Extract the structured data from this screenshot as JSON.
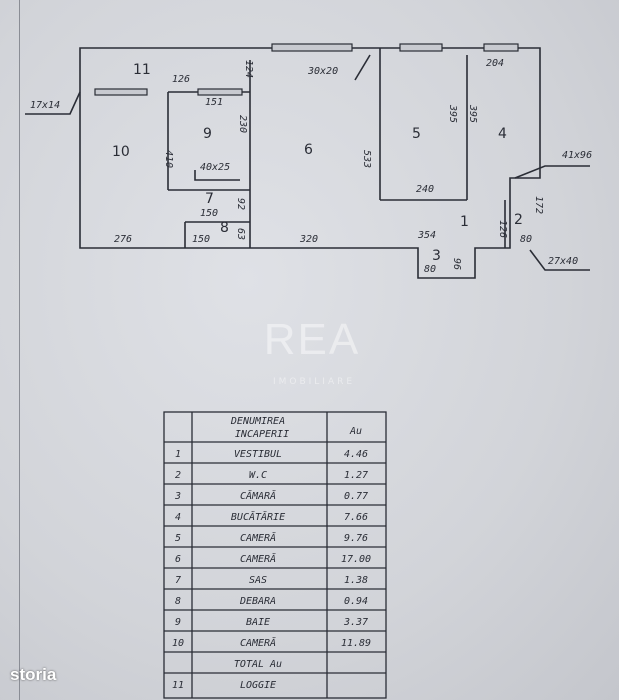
{
  "watermark": {
    "brand": "REA",
    "sub": "IMOBILIARE"
  },
  "logo": "storia",
  "plan": {
    "room_labels": [
      "11",
      "10",
      "9",
      "6",
      "5",
      "4",
      "7",
      "8",
      "1",
      "2",
      "3"
    ],
    "dims": {
      "d_17x14": "17x14",
      "d_126": "126",
      "d_124": "124",
      "d_151": "151",
      "d_30x20": "30x20",
      "d_204": "204",
      "d_230": "230",
      "d_410": "410",
      "d_40x25": "40x25",
      "d_533": "533",
      "d_395a": "395",
      "d_395b": "395",
      "d_240": "240",
      "d_41x96": "41x96",
      "d_150a": "150",
      "d_92": "92",
      "d_126b": "126",
      "d_172": "172",
      "d_276": "276",
      "d_150b": "150",
      "d_63": "63",
      "d_320": "320",
      "d_354": "354",
      "d_80a": "80",
      "d_80b": "80",
      "d_96": "96",
      "d_27x40": "27x40"
    }
  },
  "table": {
    "header_name": "DENUMIREA INCAPERII",
    "header_area": "Au",
    "rows": [
      {
        "nr": "1",
        "name": "VESTIBUL",
        "area": "4.46"
      },
      {
        "nr": "2",
        "name": "W.C",
        "area": "1.27"
      },
      {
        "nr": "3",
        "name": "CĂMARĂ",
        "area": "0.77"
      },
      {
        "nr": "4",
        "name": "BUCĂTĂRIE",
        "area": "7.66"
      },
      {
        "nr": "5",
        "name": "CAMERĂ",
        "area": "9.76"
      },
      {
        "nr": "6",
        "name": "CAMERĂ",
        "area": "17.00"
      },
      {
        "nr": "7",
        "name": "SAS",
        "area": "1.38"
      },
      {
        "nr": "8",
        "name": "DEBARA",
        "area": "0.94"
      },
      {
        "nr": "9",
        "name": "BAIE",
        "area": "3.37"
      },
      {
        "nr": "10",
        "name": "CAMERĂ",
        "area": "11.89"
      },
      {
        "nr": "",
        "name": "TOTAL Au",
        "area": ""
      },
      {
        "nr": "11",
        "name": "LOGGIE",
        "area": ""
      }
    ]
  }
}
